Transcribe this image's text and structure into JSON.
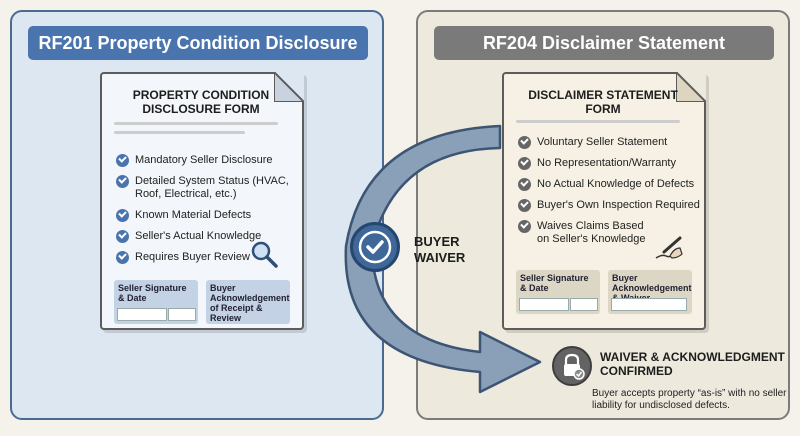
{
  "left_panel": {
    "title": "RF201 Property Condition Disclosure",
    "doc_title": "PROPERTY CONDITION DISCLOSURE FORM",
    "items": [
      {
        "label": "Mandatory Seller Disclosure"
      },
      {
        "label": "Detailed System Status (HVAC, Roof, Electrical, etc.)"
      },
      {
        "label": "Known Material Defects"
      },
      {
        "label": "Seller's Actual Knowledge"
      },
      {
        "label": "Requires Buyer Review"
      }
    ],
    "sig_seller": "Seller Signature & Date",
    "sig_buyer": "Buyer Acknowledgement of Receipt & Review"
  },
  "right_panel": {
    "title": "RF204 Disclaimer Statement",
    "doc_title": "DISCLAIMER STATEMENT FORM",
    "items": [
      {
        "label": "Voluntary Seller Statement"
      },
      {
        "label": "No Representation/Warranty"
      },
      {
        "label": "No Actual Knowledge of Defects"
      },
      {
        "label": "Buyer's Own Inspection Required"
      },
      {
        "label": "Waives Claims Based on Seller's Knowledge"
      }
    ],
    "sig_seller": "Seller Signature & Date",
    "sig_buyer": "Buyer Acknowledgement & Waiver"
  },
  "center": {
    "badge_label": "BUYER WAIVER"
  },
  "confirmation": {
    "title": "WAIVER & ACKNOWLEDGMENT CONFIRMED",
    "description": "Buyer accepts property “as-is” with no seller liability for undisclosed defects."
  },
  "colors": {
    "left_accent": "#4a74ad",
    "right_accent": "#7a7a7a",
    "arrow_fill": "#8aa0b8"
  },
  "icons": [
    "check-icon",
    "magnifier-icon",
    "pen-icon",
    "lock-icon",
    "document-fold-icon"
  ]
}
